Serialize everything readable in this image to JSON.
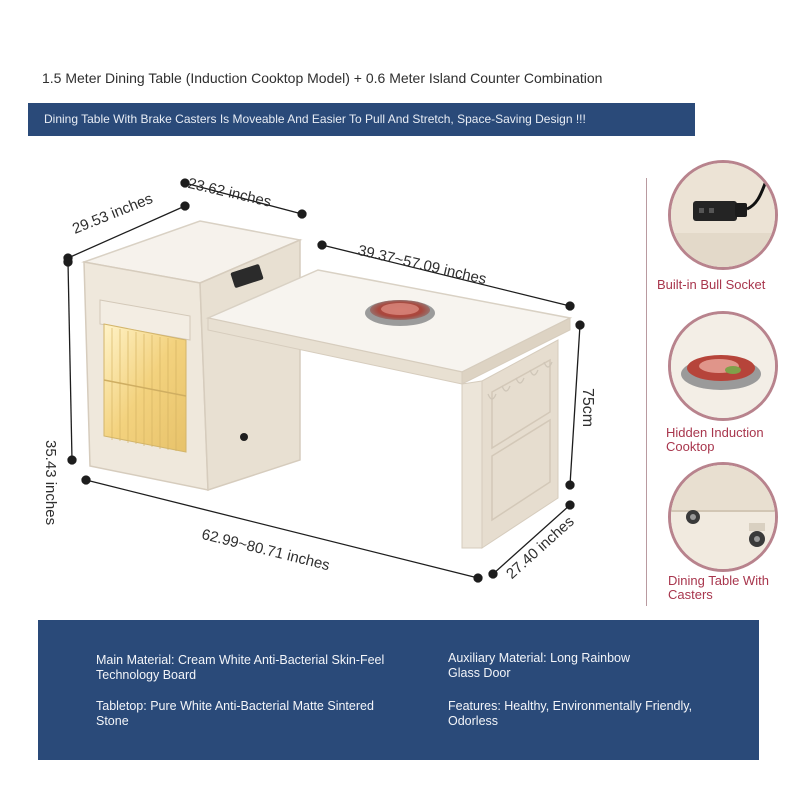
{
  "header": {
    "title": "1.5 Meter Dining Table (Induction Cooktop Model) + 0.6 Meter Island Counter Combination",
    "banner": "Dining Table With Brake Casters Is Moveable And Easier To Pull And Stretch, Space-Saving Design !!!"
  },
  "dimensions": {
    "cabinet_depth": "29.53 inches",
    "cabinet_width": "23.62 inches",
    "table_extension": "39.37~57.09 inches",
    "height_left": "35.43 inches",
    "height_right": "75cm",
    "total_length": "62.99~80.71 inches",
    "table_depth": "27.40 inches"
  },
  "features": [
    {
      "label": "Built-in Bull Socket",
      "icon": "socket-icon"
    },
    {
      "label": "Hidden Induction Cooktop",
      "icon": "hotpot-icon"
    },
    {
      "label": "Dining Table With Casters",
      "icon": "caster-icon"
    }
  ],
  "specs": {
    "main_material": "Main Material: Cream White Anti-Bacterial Skin-Feel Technology Board",
    "auxiliary_material": "Auxiliary Material: Long Rainbow Glass Door",
    "tabletop": "Tabletop: Pure White Anti-Bacterial Matte Sintered Stone",
    "features": "Features: Healthy, Environmentally Friendly, Odorless"
  },
  "colors": {
    "banner": "#2a4a79",
    "accent_label": "#a8364d",
    "circle_border": "#b8838d",
    "furniture": "#f1ebe1"
  }
}
